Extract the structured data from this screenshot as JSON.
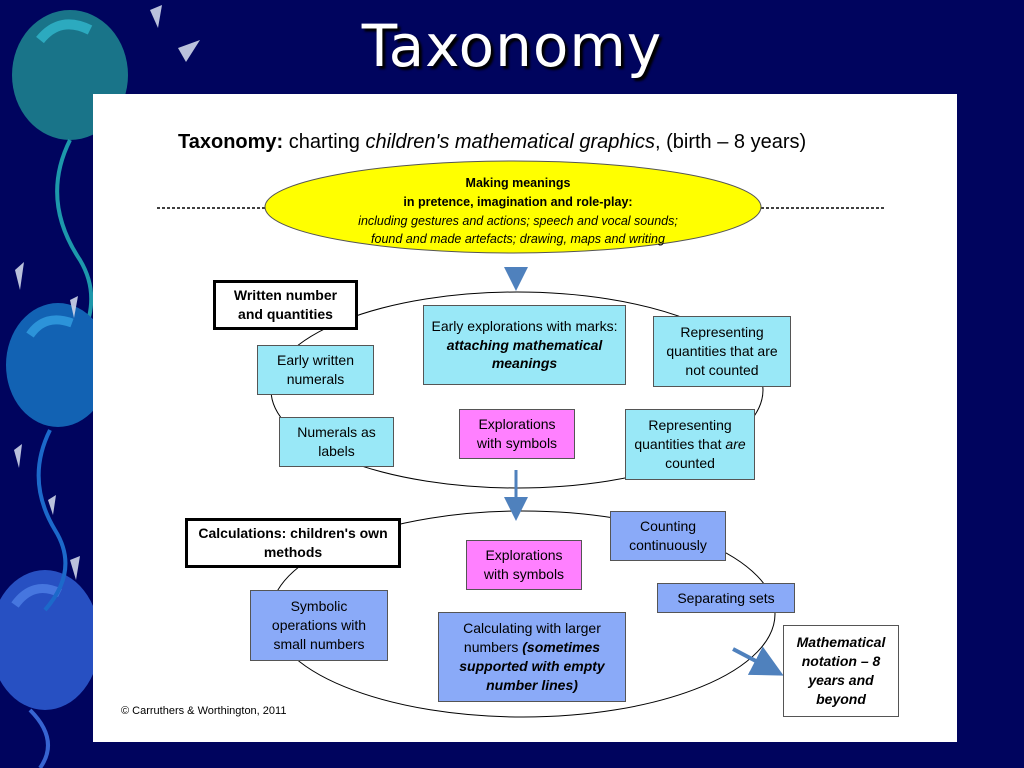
{
  "slide": {
    "title": "Taxonomy"
  },
  "heading": {
    "bold": "Taxonomy:",
    "pre": " charting ",
    "italic": "children's mathematical graphics",
    "post": ", (birth – 8 years)"
  },
  "top_ellipse": {
    "line1": "Making meanings",
    "line2": "in pretence, imagination and role-play:",
    "line3": "including gestures and actions; speech and vocal sounds;",
    "line4": "found and made artefacts; drawing, maps and writing"
  },
  "section1": {
    "label": "Written number and quantities",
    "early_explorations": {
      "text": "Early explorations with marks: ",
      "italic": "attaching mathematical meanings"
    },
    "not_counted": "Representing quantities that are not counted",
    "early_numerals": "Early written numerals",
    "numerals_labels": "Numerals as labels",
    "symbols": "Explorations with symbols",
    "counted": {
      "pre": "Representing quantities that ",
      "italic": "are",
      "post": " counted"
    }
  },
  "section2": {
    "label": "Calculations: children's own methods",
    "counting": "Counting continuously",
    "symbols": "Explorations with symbols",
    "separating": "Separating sets",
    "symbolic_ops": "Symbolic operations with small numbers",
    "larger": {
      "pre": "Calculating with larger numbers ",
      "italic": "(sometimes supported with empty number lines)"
    },
    "notation": "Mathematical notation – 8 years and beyond"
  },
  "copyright": "© Carruthers & Worthington, 2011",
  "colors": {
    "background": "#00045e",
    "ellipse_fill": "#ffff00",
    "cyan_box": "#99e8f7",
    "pink_box": "#ff80ff",
    "blue_box": "#8aaaf8",
    "arrow": "#4f81bd"
  }
}
